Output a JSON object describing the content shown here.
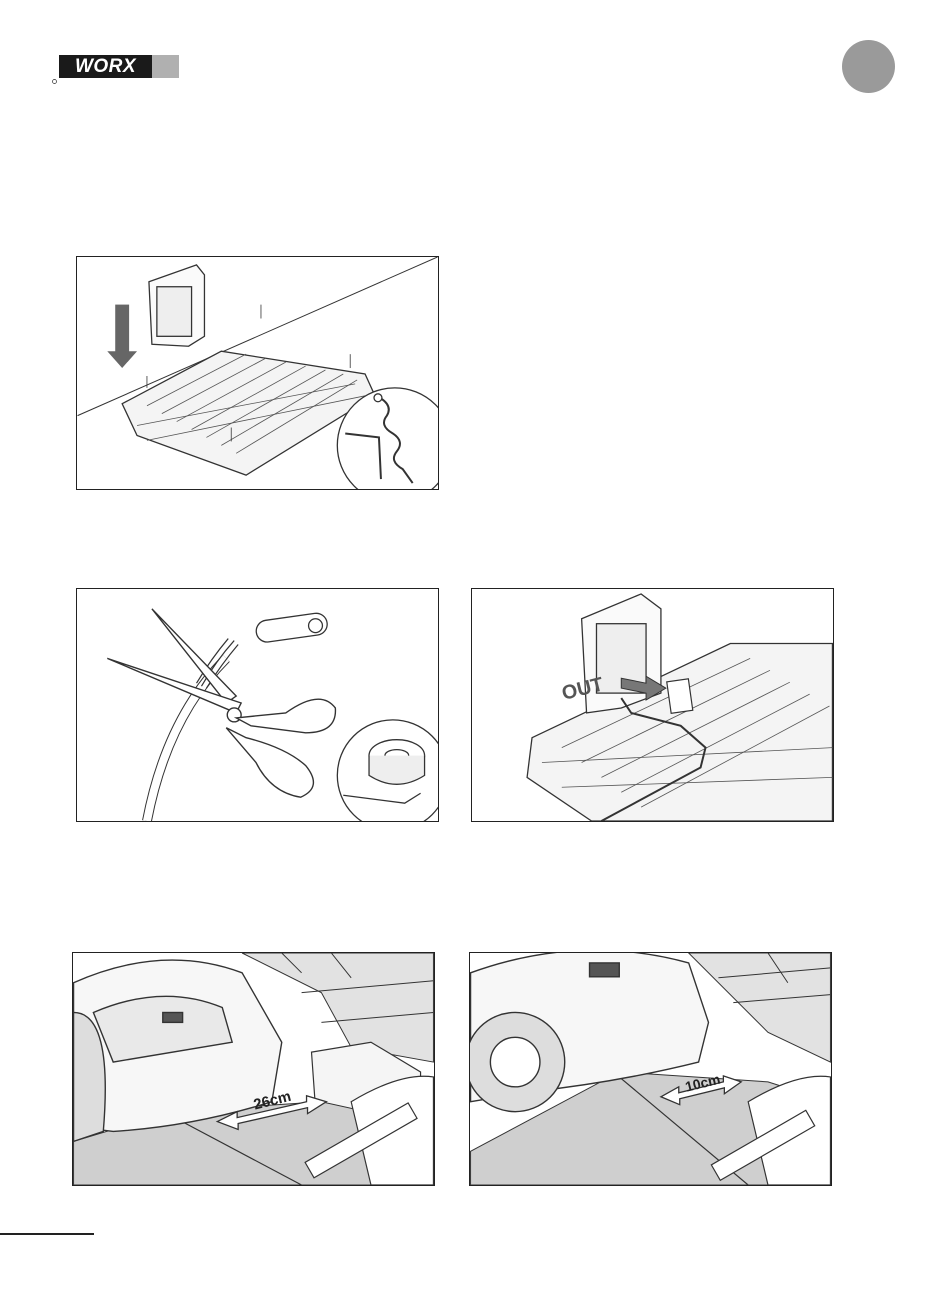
{
  "header": {
    "brand": "WORX"
  },
  "figures": [
    {
      "id": "charging-base-install"
    },
    {
      "id": "wire-cut"
    },
    {
      "id": "wire-connect",
      "label": "OUT"
    },
    {
      "id": "distance-wall",
      "measure": "26cm"
    },
    {
      "id": "distance-path",
      "measure": "10cm"
    }
  ]
}
